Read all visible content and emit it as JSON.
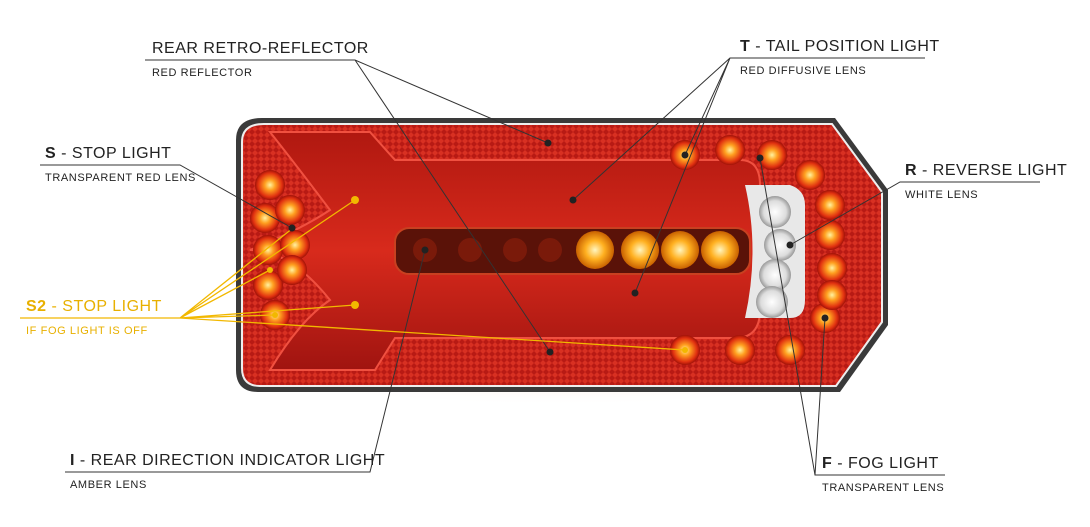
{
  "labels": {
    "retro": {
      "title": "REAR RETRO-REFLECTOR",
      "sub": "RED REFLECTOR"
    },
    "tail": {
      "code": "T",
      "title": "- TAIL POSITION LIGHT",
      "sub": "RED DIFFUSIVE LENS"
    },
    "stop": {
      "code": "S",
      "title": "- STOP LIGHT",
      "sub": "TRANSPARENT RED LENS"
    },
    "reverse": {
      "code": "R",
      "title": "- REVERSE LIGHT",
      "sub": "WHITE LENS"
    },
    "stop2": {
      "code": "S2",
      "title": "- STOP LIGHT",
      "sub": "IF FOG LIGHT IS OFF"
    },
    "indicator": {
      "code": "I",
      "title": "- REAR DIRECTION INDICATOR LIGHT",
      "sub": "AMBER LENS"
    },
    "fog": {
      "code": "F",
      "title": "- FOG LIGHT",
      "sub": "TRANSPARENT LENS"
    }
  },
  "colors": {
    "highlight": "#f2b800",
    "leader": "#333333",
    "lens_red": "#d8231a",
    "amber": "#ffb020"
  }
}
